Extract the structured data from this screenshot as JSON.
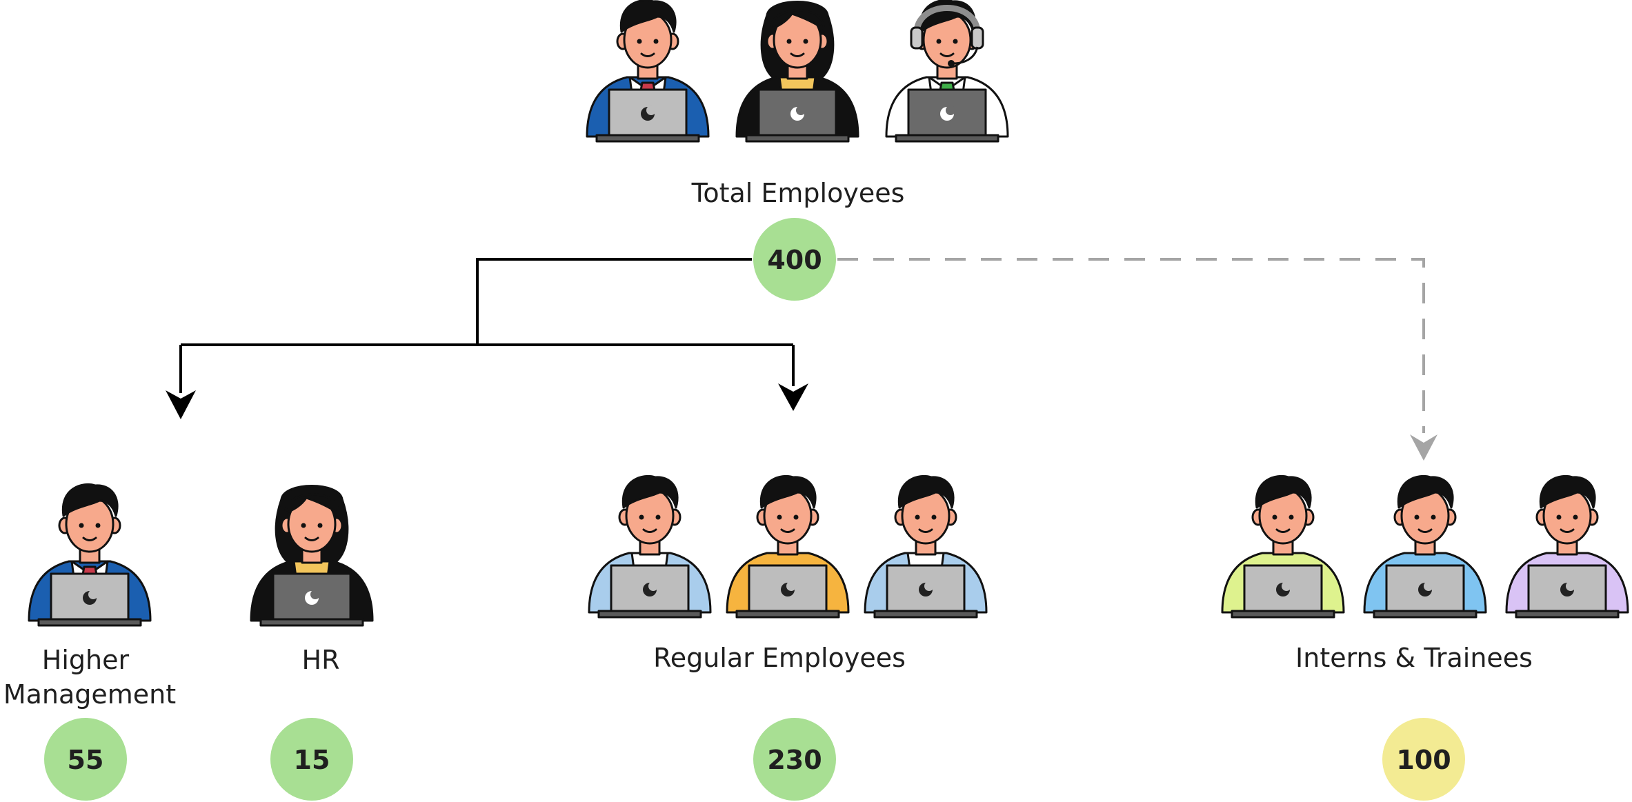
{
  "colors": {
    "green_badge": "#a8df93",
    "yellow_badge": "#f3eb93",
    "solid_line": "#000000",
    "dashed_line": "#a5a5a5",
    "skin": "#f7a98c",
    "hair": "#111111",
    "laptop_light": "#bdbdbd",
    "laptop_dark": "#6a6a6a"
  },
  "root": {
    "label": "Total Employees",
    "count": "400",
    "people": [
      {
        "icon": "businessman-with-laptop-icon",
        "shirt": "#1b5fb0",
        "tie": "#c93b4b",
        "hair": "short",
        "laptop": "light"
      },
      {
        "icon": "businesswoman-with-laptop-icon",
        "shirt": "#111111",
        "collar": "#f2c55c",
        "hair": "long",
        "laptop": "dark"
      },
      {
        "icon": "support-agent-with-headset-icon",
        "shirt": "#ffffff",
        "tie": "#3fae49",
        "hair": "short",
        "headset": true,
        "laptop": "dark"
      }
    ]
  },
  "groups": [
    {
      "key": "higher-management",
      "label_lines": [
        "Higher",
        "Management"
      ],
      "count": "55",
      "badge": "green",
      "people": [
        {
          "icon": "businessman-with-laptop-icon",
          "shirt": "#1b5fb0",
          "tie": "#c93b4b",
          "hair": "short",
          "laptop": "light"
        }
      ]
    },
    {
      "key": "hr",
      "label_lines": [
        "HR"
      ],
      "count": "15",
      "badge": "green",
      "people": [
        {
          "icon": "businesswoman-with-laptop-icon",
          "shirt": "#111111",
          "collar": "#f2c55c",
          "hair": "long",
          "laptop": "dark"
        }
      ]
    },
    {
      "key": "regular-employees",
      "label_lines": [
        "Regular Employees"
      ],
      "count": "230",
      "badge": "green",
      "people": [
        {
          "icon": "employee-with-laptop-icon",
          "shirt": "#a9cdec",
          "collar": "#ffffff",
          "hair": "short",
          "laptop": "light"
        },
        {
          "icon": "employee-with-laptop-icon",
          "shirt": "#f6b43f",
          "hair": "short",
          "laptop": "light"
        },
        {
          "icon": "employee-with-laptop-icon",
          "shirt": "#a9cdec",
          "collar": "#ffffff",
          "hair": "short",
          "laptop": "light"
        }
      ]
    },
    {
      "key": "interns-trainees",
      "label_lines": [
        "Interns & Trainees"
      ],
      "count": "100",
      "badge": "yellow",
      "people": [
        {
          "icon": "intern-with-laptop-icon",
          "shirt": "#def28e",
          "hair": "short",
          "laptop": "light"
        },
        {
          "icon": "intern-with-laptop-icon",
          "shirt": "#7fc4f1",
          "hair": "short",
          "laptop": "light"
        },
        {
          "icon": "intern-with-laptop-icon",
          "shirt": "#d9c3f5",
          "hair": "short",
          "laptop": "light"
        }
      ]
    }
  ]
}
